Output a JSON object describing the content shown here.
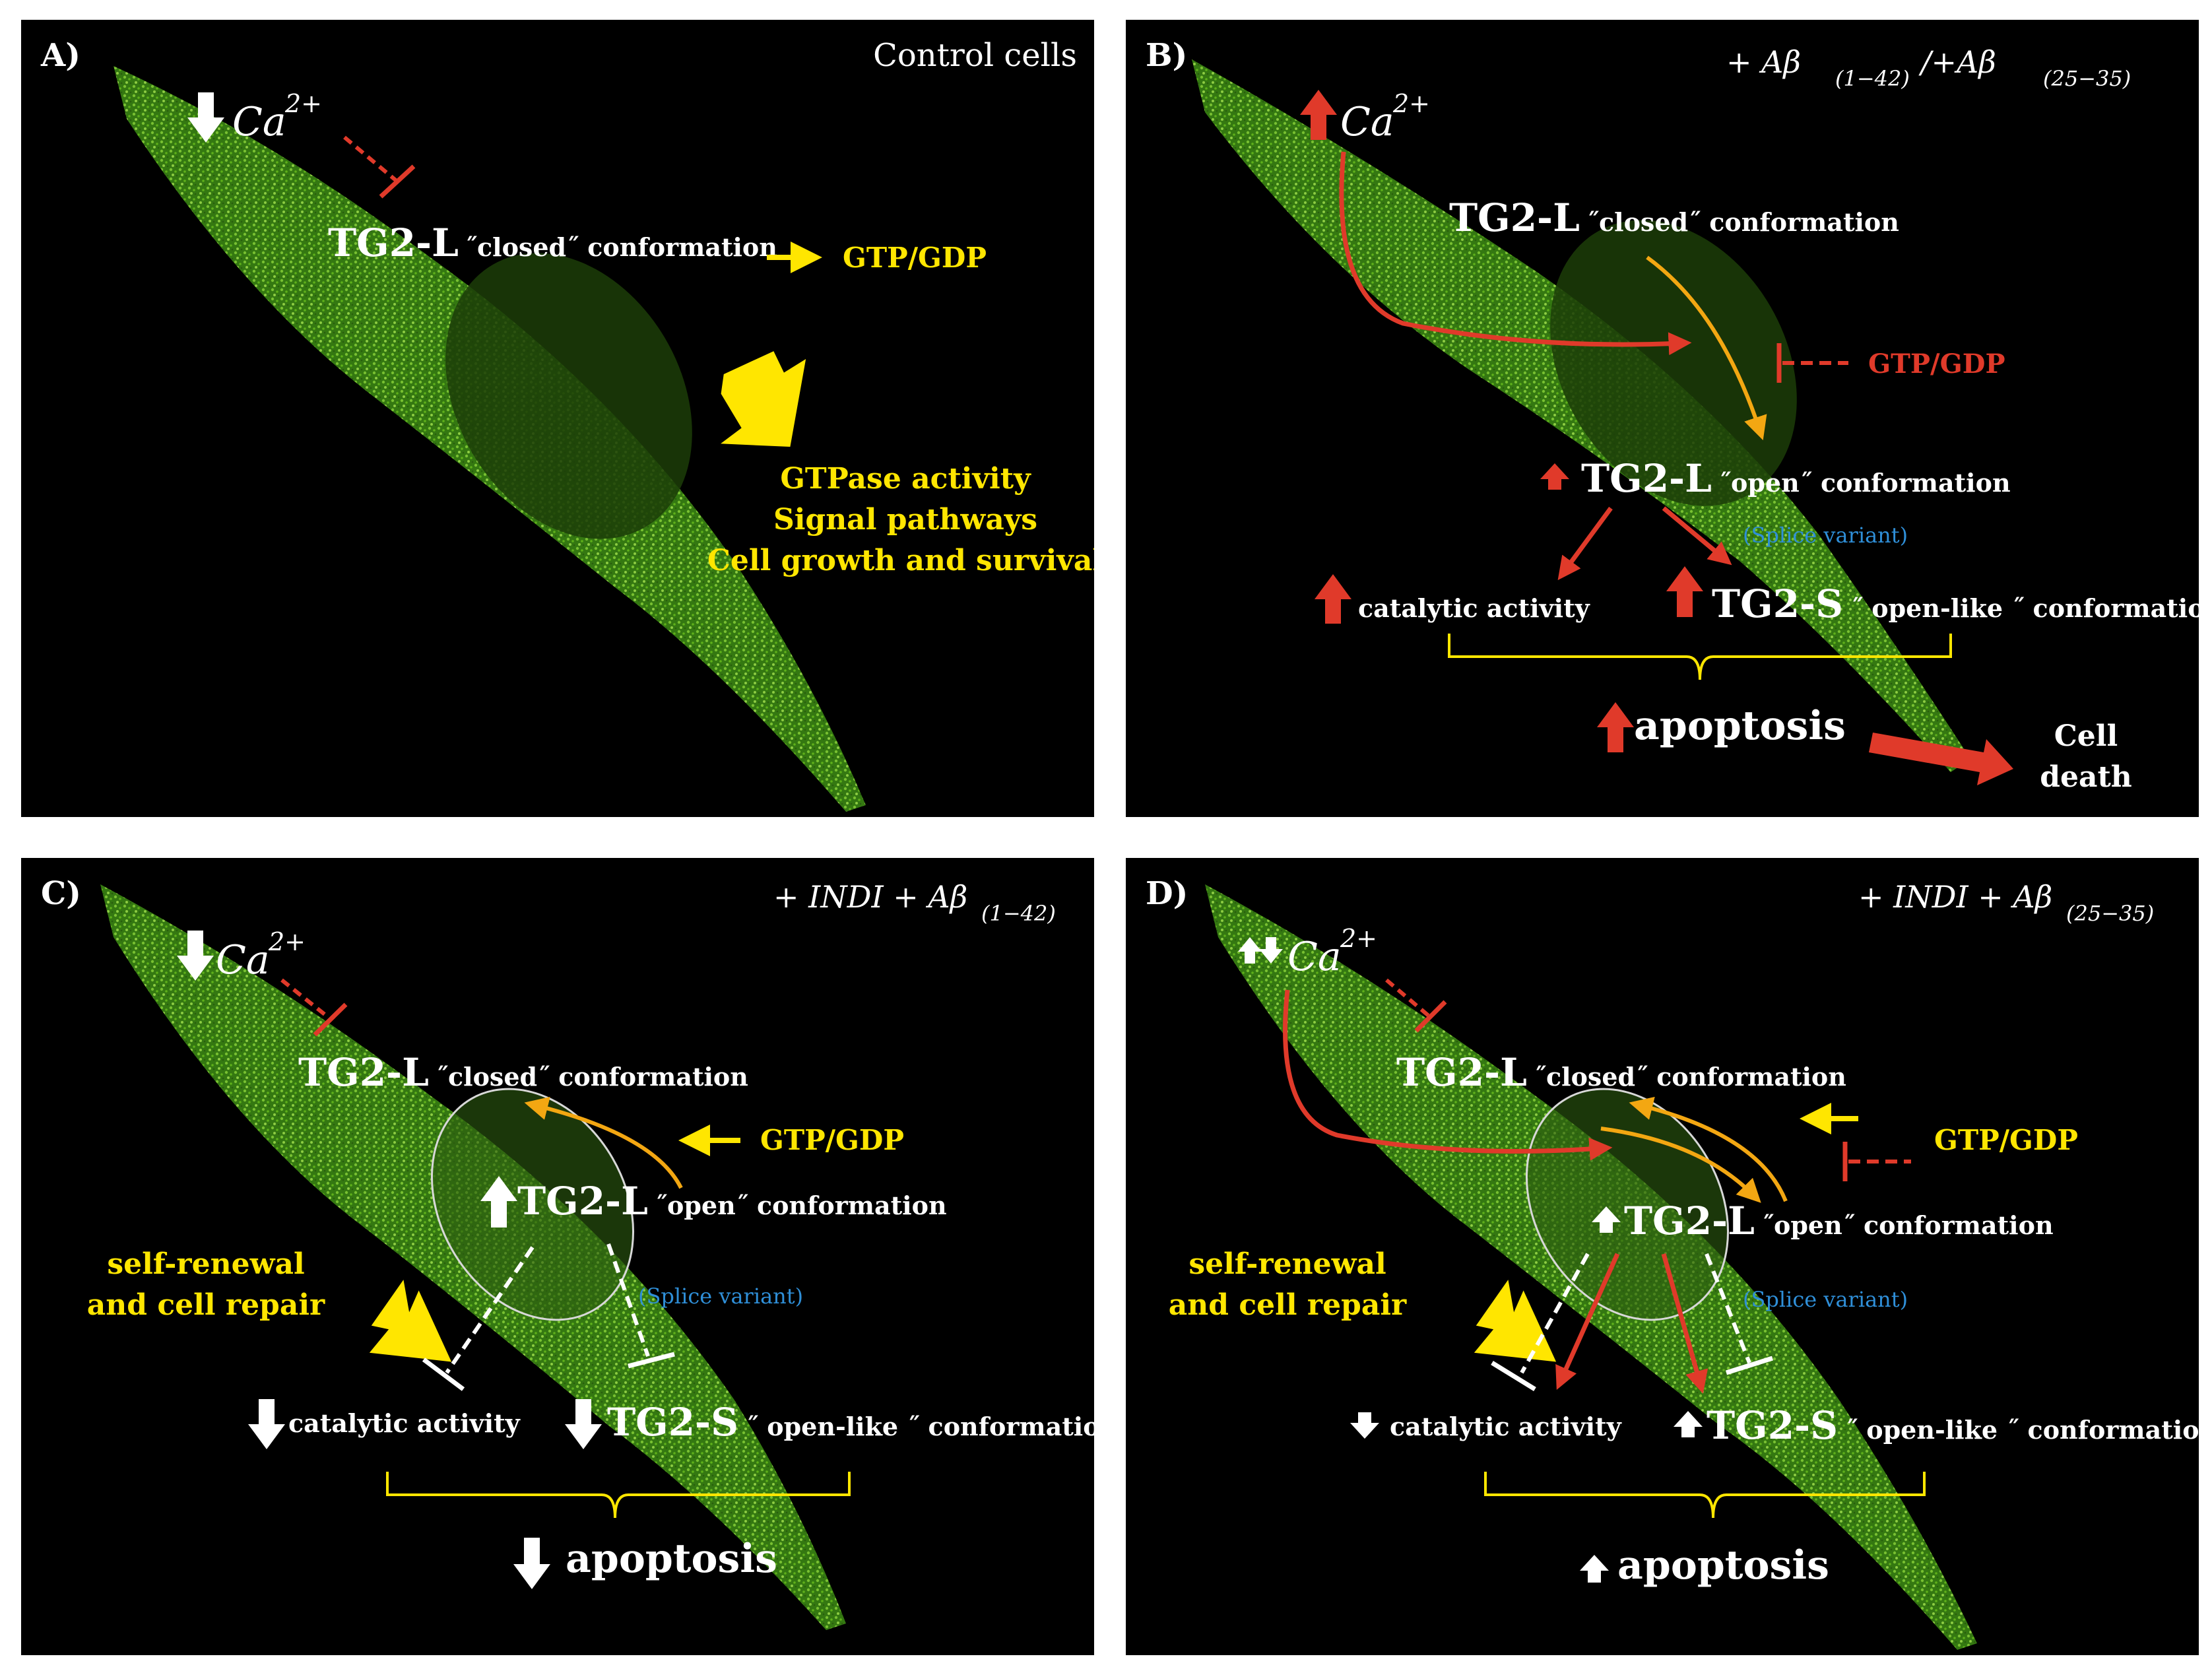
{
  "colors": {
    "cell_green": "#6fcf1e",
    "white": "#ffffff",
    "yellow": "#ffe600",
    "orange": "#f3a712",
    "red": "#e03a2a",
    "blue": "#2f8fd8",
    "background": "#000000"
  },
  "panels": {
    "a": {
      "letter": "A)",
      "condition": "Control cells",
      "ca": "Ca",
      "ca_sup": "2+",
      "tg2l": "TG2-L",
      "closed": "˝closed˝ conformation",
      "gtp": "GTP/GDP",
      "out1": "GTPase activity",
      "out2": "Signal pathways",
      "out3": "Cell growth and survival"
    },
    "b": {
      "letter": "B)",
      "cond_p1": "+ Aβ",
      "cond_s1": "(1−42)",
      "cond_p2": "/+Aβ",
      "cond_s2": "(25−35)",
      "ca": "Ca",
      "ca_sup": "2+",
      "tg2l_closed": "TG2-L",
      "closed": "˝closed˝ conformation",
      "gtp": "GTP/GDP",
      "tg2l_open": "TG2-L",
      "open": "˝open˝ conformation",
      "splice": "(Splice variant)",
      "catalytic": "catalytic activity",
      "tg2s": "TG2-S",
      "openlike": "˝ open-like ˝ conformation",
      "apoptosis": "apoptosis",
      "death1": "Cell",
      "death2": "death"
    },
    "c": {
      "letter": "C)",
      "cond_p1": "+ INDI + Aβ",
      "cond_s1": "(1−42)",
      "ca": "Ca",
      "ca_sup": "2+",
      "tg2l_closed": "TG2-L",
      "closed": "˝closed˝ conformation",
      "gtp": "GTP/GDP",
      "tg2l_open": "TG2-L",
      "open": "˝open˝ conformation",
      "splice": "(Splice variant)",
      "repair1": "self-renewal",
      "repair2": "and cell repair",
      "catalytic": "catalytic activity",
      "tg2s": "TG2-S",
      "openlike": "˝ open-like ˝ conformation",
      "apoptosis": "apoptosis"
    },
    "d": {
      "letter": "D)",
      "cond_p1": "+ INDI + Aβ",
      "cond_s1": "(25−35)",
      "ca": "Ca",
      "ca_sup": "2+",
      "tg2l_closed": "TG2-L",
      "closed": "˝closed˝ conformation",
      "gtp": "GTP/GDP",
      "tg2l_open": "TG2-L",
      "open": "˝open˝ conformation",
      "splice": "(Splice variant)",
      "repair1": "self-renewal",
      "repair2": "and cell repair",
      "catalytic": "catalytic activity",
      "tg2s": "TG2-S",
      "openlike": "˝ open-like ˝ conformation",
      "apoptosis": "apoptosis"
    }
  }
}
